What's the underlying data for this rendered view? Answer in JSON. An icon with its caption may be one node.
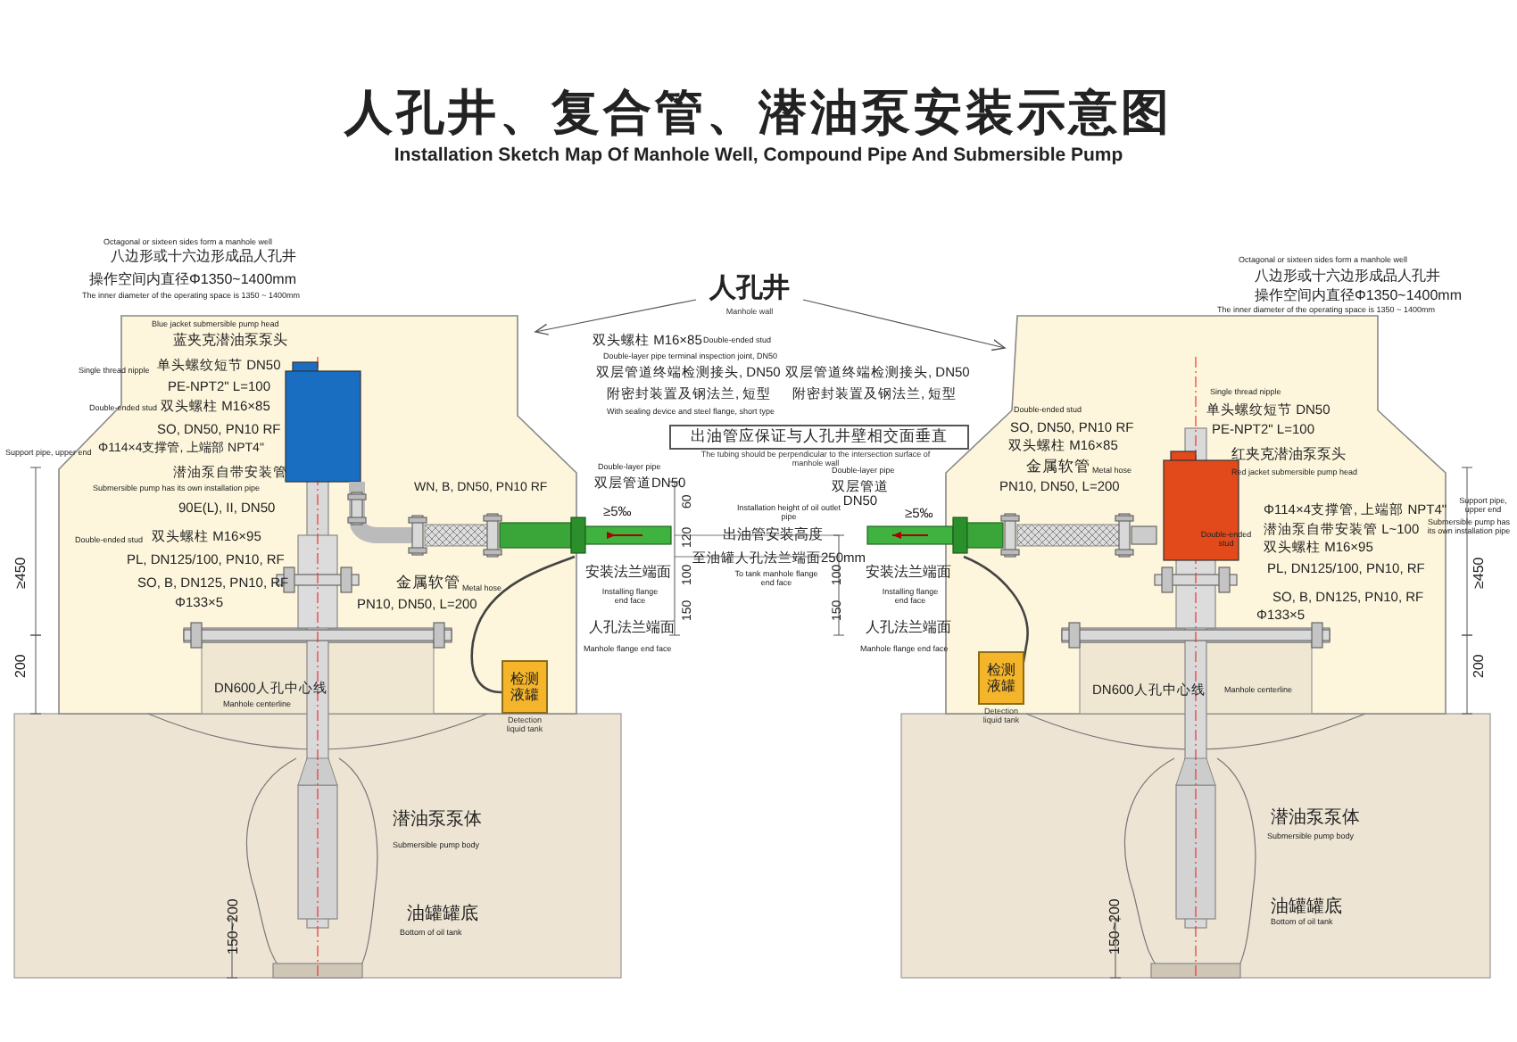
{
  "diagram": {
    "title": "人孔井、复合管、潜油泵安装示意图",
    "nodes": [
      {
        "text": [
          "出油管应保证与人孔井壁相交面垂直"
        ],
        "beside": [
          "The tubing should be perpendicular to the intersection surface of manhole wall"
        ]
      },
      {
        "text": [
          "检测液罐"
        ],
        "beside": [
          "Detection liquid tank"
        ]
      },
      {
        "text": [
          "检测液罐"
        ],
        "beside": [
          "Detection liquid tank"
        ]
      },
      {
        "text": [
          "人孔井"
        ],
        "beside": [
          "Manhole wall"
        ]
      }
    ],
    "edges": [
      {
        "from": 3,
        "to": null,
        "arrow": "to"
      },
      {
        "from": 3,
        "to": null,
        "arrow": "to"
      }
    ],
    "labels": [
      "Installation Sketch Map Of Manhole Well, Compound Pipe And Submersible Pump",
      "Octagonal or sixteen sides form a manhole well",
      "八边形或十六边形成品人孔井",
      "操作空间内直径Φ1350~1400mm",
      "The inner diameter of the operating space is 1350 ~ 1400mm",
      "Blue jacket submersible pump head",
      "蓝夹克潜油泵泵头",
      "Single thread nipple",
      "单头螺纹短节 DN50",
      "PE-NPT2\" L=100",
      "Double-ended stud",
      "双头螺柱 M16×85",
      "SO, DN50, PN10 RF",
      "Support pipe, upper end",
      "Φ114×4支撑管, 上端部 NPT4\"",
      "潜油泵自带安装管",
      "Submersible pump has its own installation pipe",
      "WN, B, DN50, PN10 RF",
      "90E(L), II, DN50",
      "Double-ended stud",
      "双头螺柱 M16×95",
      "PL, DN125/100, PN10, RF",
      "SO, B, DN125, PN10, RF",
      "Φ133×5",
      "金属软管",
      "Metal hose",
      "PN10, DN50, L=200",
      "≥450",
      "200",
      "DN600人孔中心线",
      "Manhole centerline",
      "潜油泵泵体",
      "Submersible pump body",
      "油罐罐底",
      "Bottom of oil tank",
      "150~200",
      "双头螺柱 M16×85",
      "Double-ended stud",
      "Double-layer pipe terminal inspection joint, DN50",
      "双层管道终端检测接头, DN50",
      "附密封装置及钢法兰, 短型",
      "With sealing device and steel flange, short type",
      "双层管道终端检测接头, DN50",
      "附密封装置及钢法兰, 短型",
      "Double-layer pipe",
      "双层管道DN50",
      "60",
      "≥5‰",
      "120",
      "Installation height of oil outlet pipe",
      "出油管安装高度",
      "至油罐人孔法兰端面250mm",
      "To tank manhole flange end face",
      "100",
      "安装法兰端面",
      "Installing flange end face",
      "150",
      "人孔法兰端面",
      "Manhole flange end face",
      "Double-layer pipe",
      "双层管道 DN50",
      "≥5‰",
      "100",
      "安装法兰端面",
      "Installing flange end face",
      "150",
      "人孔法兰端面",
      "Manhole flange end face",
      "Double-ended stud",
      "SO, DN50, PN10 RF",
      "双头螺柱 M16×85",
      "金属软管",
      "Metal hose",
      "PN10, DN50, L=200",
      "Octagonal or sixteen sides form a manhole well",
      "八边形或十六边形成品人孔井",
      "操作空间内直径Φ1350~1400mm",
      "The inner diameter of the operating space is 1350 ~ 1400mm",
      "Single thread nipple",
      "单头螺纹短节 DN50",
      "PE-NPT2\" L=100",
      "红夹克潜油泵泵头",
      "Red jacket submersible pump head",
      "Φ114×4支撑管, 上端部 NPT4\"",
      "Support pipe, upper end",
      "潜油泵自带安装管 L~100",
      "Submersible pump has its own installation pipe",
      "Double-ended stud",
      "双头螺柱 M16×95",
      "PL, DN125/100, PN10, RF",
      "SO, B, DN125, PN10, RF",
      "Φ133×5",
      "≥450",
      "200",
      "DN600人孔中心线",
      "Manhole centerline",
      "潜油泵泵体",
      "Submersible pump body",
      "油罐罐底",
      "Bottom of oil tank",
      "150~200"
    ]
  }
}
